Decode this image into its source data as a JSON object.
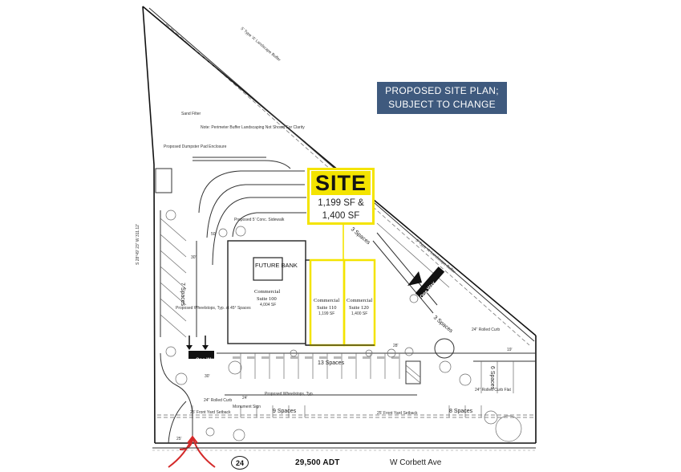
{
  "banner": {
    "line1": "PROPOSED SITE PLAN;",
    "line2": "SUBJECT TO CHANGE"
  },
  "site_callout": {
    "title": "SITE",
    "line1": "1,199 SF &",
    "line2": "1,400 SF"
  },
  "buildings": {
    "bank": {
      "sign": "FUTURE BANK",
      "name_line1": "Commercial",
      "name_line2": "Suite 100",
      "area": "4,004 SF"
    },
    "suite110": {
      "name_line1": "Commercial",
      "name_line2": "Suite 110",
      "area": "1,199 SF"
    },
    "suite120": {
      "name_line1": "Commercial",
      "name_line2": "Suite 120",
      "area": "1,400 SF"
    }
  },
  "labels": {
    "one_way_left": "One Way",
    "one_way_right": "One Way",
    "spaces_13": "13 Spaces",
    "spaces_9": "9 Spaces",
    "spaces_8": "8 Spaces",
    "spaces_7": "7 Spaces",
    "spaces_6": "6 Spaces",
    "spaces_3a": "3 Spaces",
    "spaces_3b": "3 Spaces",
    "bearing": "S 28°49' 23\" W 311.12'",
    "sand_filter": "Sand Filter",
    "dumpster": "Proposed Dumpster Pad Enclosure",
    "wheelstops_left": "Proposed Wheelstops, Typ. at 45° Spaces",
    "wheelstops_bottom": "Proposed Wheelstops, Typ.",
    "sidewalk": "Proposed 5' Conc. Sidewalk",
    "buffer_note": "Note: Perimeter Buffer Landscaping Not Shown For Clarity",
    "front_setback_left": "25' Front Yard Setback",
    "front_setback_right": "25' Front Yard Setback",
    "monument_sign": "Monument Sign",
    "rolled_curb_left": "24\" Rolled Curb",
    "rolled_curb_right": "24\" Rolled Curb Flat",
    "rolled_curb_top": "24\" Rolled Curb",
    "landscape_buffer": "5' Type 'A' Landscape Buffer",
    "dim_50": "50'",
    "dim_30": "30'",
    "dim_24": "24'",
    "dim_25": "25'",
    "dim_28": "28'",
    "dim_19": "19'"
  },
  "bottom": {
    "route": "24",
    "adt": "29,500 ADT",
    "street": "W Corbett Ave"
  },
  "colors": {
    "banner_bg": "#3f5a7e",
    "site_yellow": "#f4e400",
    "access_arrow_red": "#d42a2a"
  }
}
